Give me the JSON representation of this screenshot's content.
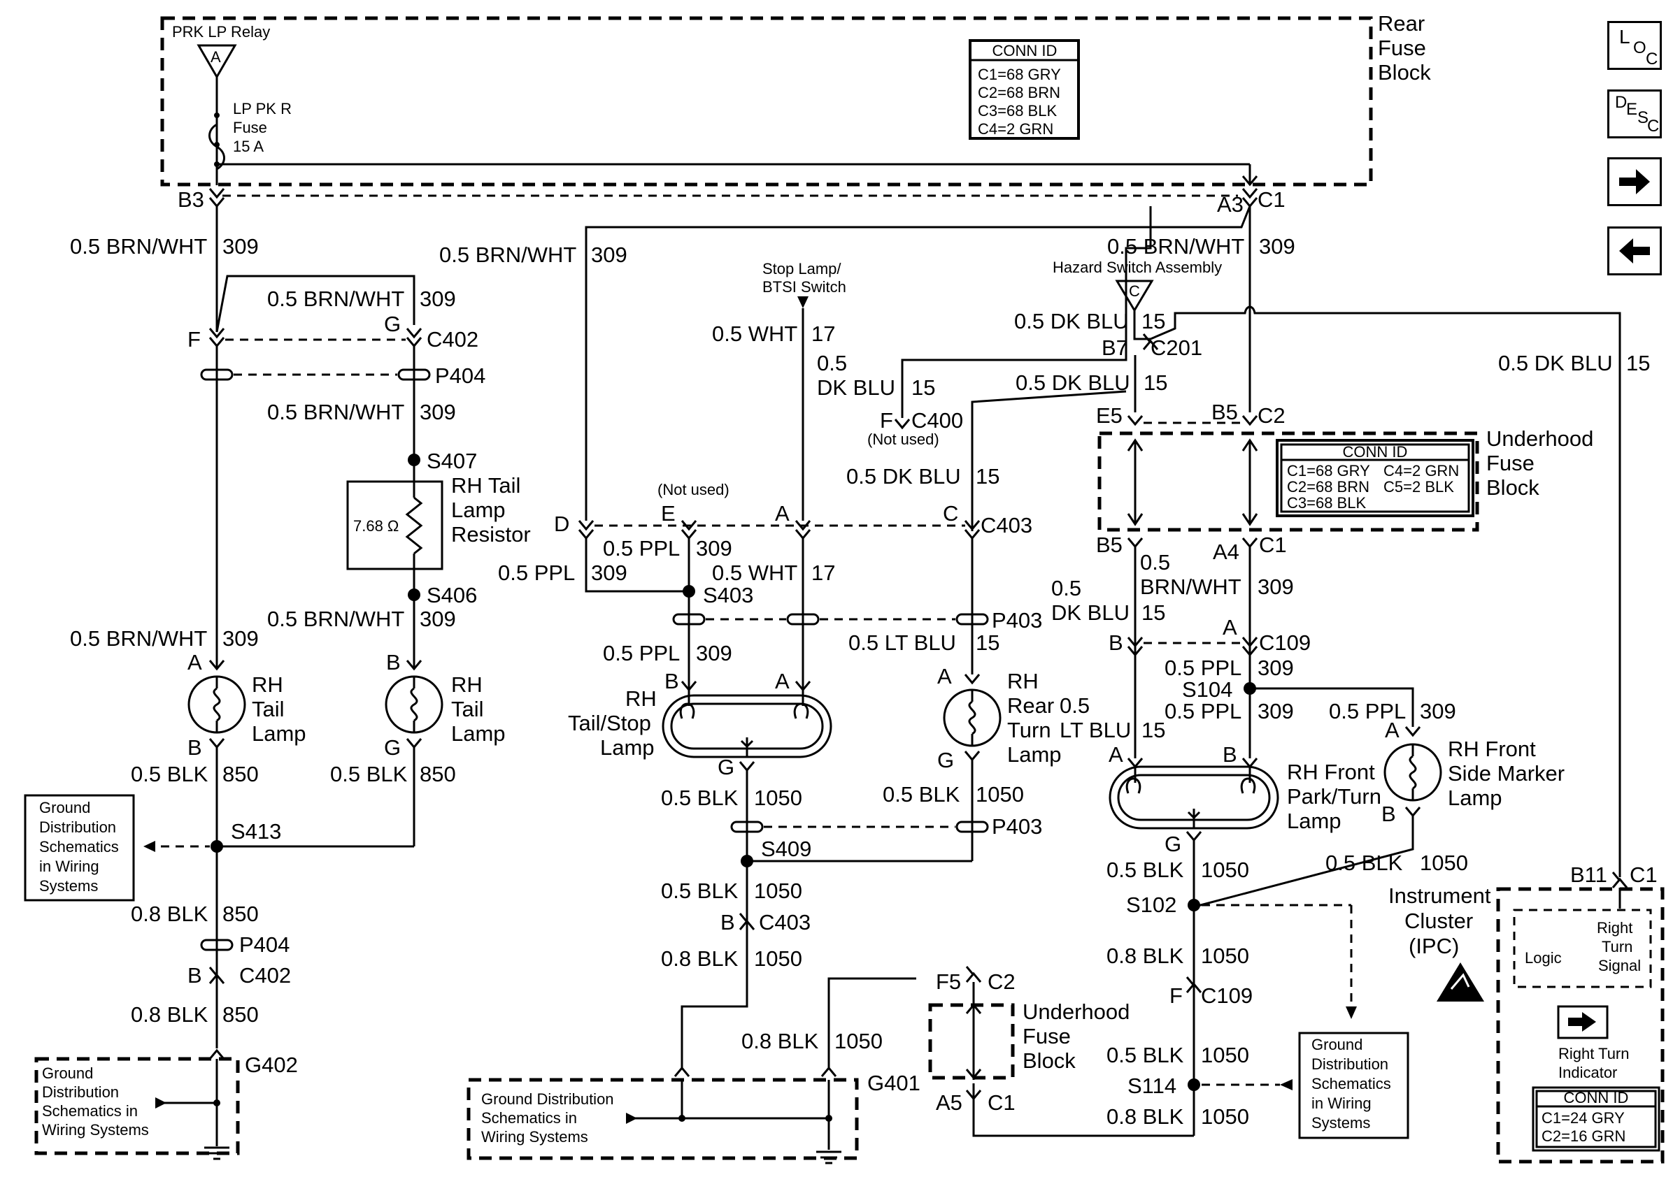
{
  "fuse_block_rear": {
    "title": [
      "Rear",
      "Fuse",
      "Block"
    ],
    "relay": "PRK LP Relay",
    "relay_pin": "A",
    "fuse": [
      "LP PK R",
      "Fuse",
      "15 A"
    ],
    "conn_title": "CONN ID",
    "conn": [
      "C1=68 GRY",
      "C2=68 BRN",
      "C3=68 BLK",
      "C4=2 GRN"
    ]
  },
  "nav": {
    "loc": [
      "L",
      "O",
      "C"
    ],
    "desc": [
      "D",
      "E",
      "S",
      "C"
    ],
    "next_icon": "arrow-right",
    "prev_icon": "arrow-left"
  },
  "labels": {
    "b3": "B3",
    "a3": "A3",
    "c1_top": "C1",
    "brnwht": "0.5 BRN/WHT",
    "n309": "309",
    "f_pin": "F",
    "g_pin": "G",
    "c402": "C402",
    "p404": "P404",
    "s407": "S407",
    "resistor": [
      "RH Tail",
      "Lamp",
      "Resistor"
    ],
    "resistor_value": "7.68 Ω",
    "s406": "S406",
    "a_pin": "A",
    "b_pin": "B",
    "rh_tail_lamp": [
      "RH",
      "Tail",
      "Lamp"
    ],
    "blk": "0.5 BLK",
    "n850": "850",
    "s413": "S413",
    "ground_dist": [
      "Ground",
      "Distribution",
      "Schematics",
      "in Wiring",
      "Systems"
    ],
    "blk08": "0.8 BLK",
    "g402": "G402",
    "ground_dist_g402": [
      "Ground",
      "Distribution",
      "Schematics in",
      "Wiring Systems"
    ],
    "stop_switch": [
      "Stop Lamp/",
      "BTSI Switch"
    ],
    "wht": "0.5 WHT",
    "n17": "17",
    "dkblu": "0.5 DK BLU",
    "dkblu_split": [
      "0.5",
      "DK BLU"
    ],
    "n15": "15",
    "c400": "C400",
    "not_used": "(Not used)",
    "d_pin": "D",
    "e_pin": "E",
    "c_pin": "C",
    "c403": "C403",
    "ppl": "0.5 PPL",
    "s403": "S403",
    "p403": "P403",
    "ltblu": "0.5 LT BLU",
    "rh_tail_stop": [
      "RH",
      "Tail/Stop",
      "Lamp"
    ],
    "rh_rear_turn": [
      "RH",
      "Rear",
      "Turn",
      "Lamp"
    ],
    "rear_turn_wire": [
      "0.5",
      "LT BLU"
    ],
    "n1050": "1050",
    "s409": "S409",
    "g401": "G401",
    "ground_dist_g401": [
      "Ground Distribution",
      "Schematics in",
      "Wiring Systems"
    ],
    "hazard": "Hazard Switch Assembly",
    "b7": "B7",
    "c201": "C201",
    "e5": "E5",
    "b5": "B5",
    "c2": "C2",
    "underhood": [
      "Underhood",
      "Fuse",
      "Block"
    ],
    "uh_conn": [
      "C1=68 GRY",
      "C4=2 GRN",
      "C2=68 BRN",
      "C5=2 BLK",
      "C3=68 BLK"
    ],
    "a4": "A4",
    "c1": "C1",
    "brnwht_split": [
      "0.5",
      "BRN/WHT"
    ],
    "c109": "C109",
    "s104": "S104",
    "rh_front_park": [
      "RH Front",
      "Park/Turn",
      "Lamp"
    ],
    "rh_front_side": [
      "RH Front",
      "Side Marker",
      "Lamp"
    ],
    "s102": "S102",
    "f5": "F5",
    "a5": "A5",
    "s114": "S114",
    "b11": "B11",
    "ipc": [
      "Instrument",
      "Cluster",
      "(IPC)"
    ],
    "logic": "Logic",
    "right_turn": [
      "Right",
      "Turn",
      "Signal"
    ],
    "right_turn_ind": [
      "Right Turn",
      "Indicator"
    ],
    "ipc_conn": [
      "C1=24 GRY",
      "C2=16 GRN"
    ]
  }
}
